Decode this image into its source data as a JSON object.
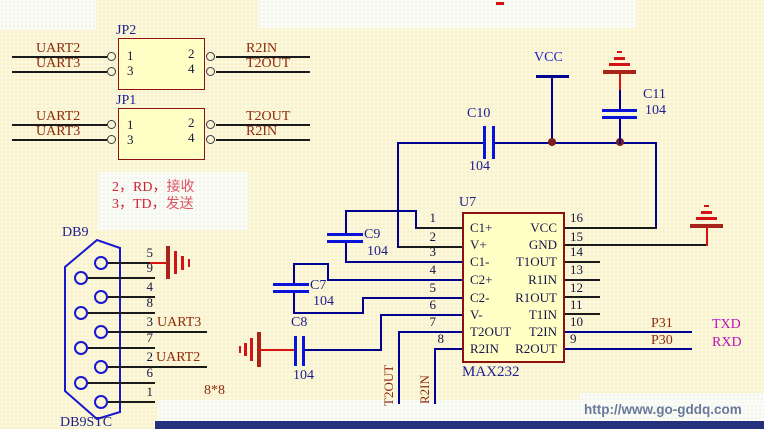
{
  "jp2": {
    "ref": "JP2",
    "pin1": "1",
    "pin2": "2",
    "pin3": "3",
    "pin4": "4",
    "left_labels": [
      "UART2",
      "UART3"
    ],
    "right_labels": [
      "R2IN",
      "T2OUT"
    ]
  },
  "jp1": {
    "ref": "JP1",
    "pin1": "1",
    "pin2": "2",
    "pin3": "3",
    "pin4": "4",
    "left_labels": [
      "UART2",
      "UART3"
    ],
    "right_labels": [
      "T2OUT",
      "R2IN"
    ]
  },
  "note": {
    "line1_prefix": "2，RD，",
    "line1_cn": "接收",
    "line2_prefix": "3，TD，",
    "line2_cn": "发送"
  },
  "db9": {
    "ref": "DB9",
    "part": "DB9STC",
    "pins": [
      "5",
      "9",
      "4",
      "8",
      "3",
      "7",
      "2",
      "6",
      "1"
    ],
    "pin3_label": "UART3",
    "pin2_label": "UART2",
    "note": "8*8"
  },
  "u7": {
    "ref": "U7",
    "part": "MAX232",
    "rows": [
      {
        "ln": "1",
        "ll": "C1+",
        "rl": "VCC",
        "rn": "16"
      },
      {
        "ln": "2",
        "ll": "V+",
        "rl": "GND",
        "rn": "15"
      },
      {
        "ln": "3",
        "ll": "C1-",
        "rl": "T1OUT",
        "rn": "14"
      },
      {
        "ln": "4",
        "ll": "C2+",
        "rl": "R1IN",
        "rn": "13"
      },
      {
        "ln": "5",
        "ll": "C2-",
        "rl": "R1OUT",
        "rn": "12"
      },
      {
        "ln": "6",
        "ll": "V-",
        "rl": "T1IN",
        "rn": "11"
      },
      {
        "ln": "7",
        "ll": "T2OUT",
        "rl": "T2IN",
        "rn": "10"
      },
      {
        "ln": "8",
        "ll": "R2IN",
        "rl": "R2OUT",
        "rn": "9"
      }
    ]
  },
  "caps": {
    "c7": {
      "ref": "C7",
      "value": "104"
    },
    "c8": {
      "ref": "C8",
      "value": "104"
    },
    "c9": {
      "ref": "C9",
      "value": "104"
    },
    "c10": {
      "ref": "C10",
      "value": "104"
    },
    "c11": {
      "ref": "C11",
      "value": "104"
    }
  },
  "power": {
    "vcc_label": "VCC"
  },
  "nets": {
    "p31": "P31",
    "p30": "P30",
    "txd": "TXD",
    "rxd": "RXD",
    "t2out_vert": "T2OUT",
    "r2in_vert": "R2IN"
  },
  "footer": {
    "url": "http://www.go-gddq.com"
  },
  "colors": {
    "wire_blue": "#000090",
    "component_blue": "#0a14d8",
    "ground_red": "#d41414",
    "chip_fill": "#ffffc6",
    "chip_border": "#8f1010",
    "label_maroon": "#8e2a0a",
    "label_navy": "#1c1c8f",
    "label_magenta": "#bb11bb",
    "footer_bar": "#25317d"
  }
}
